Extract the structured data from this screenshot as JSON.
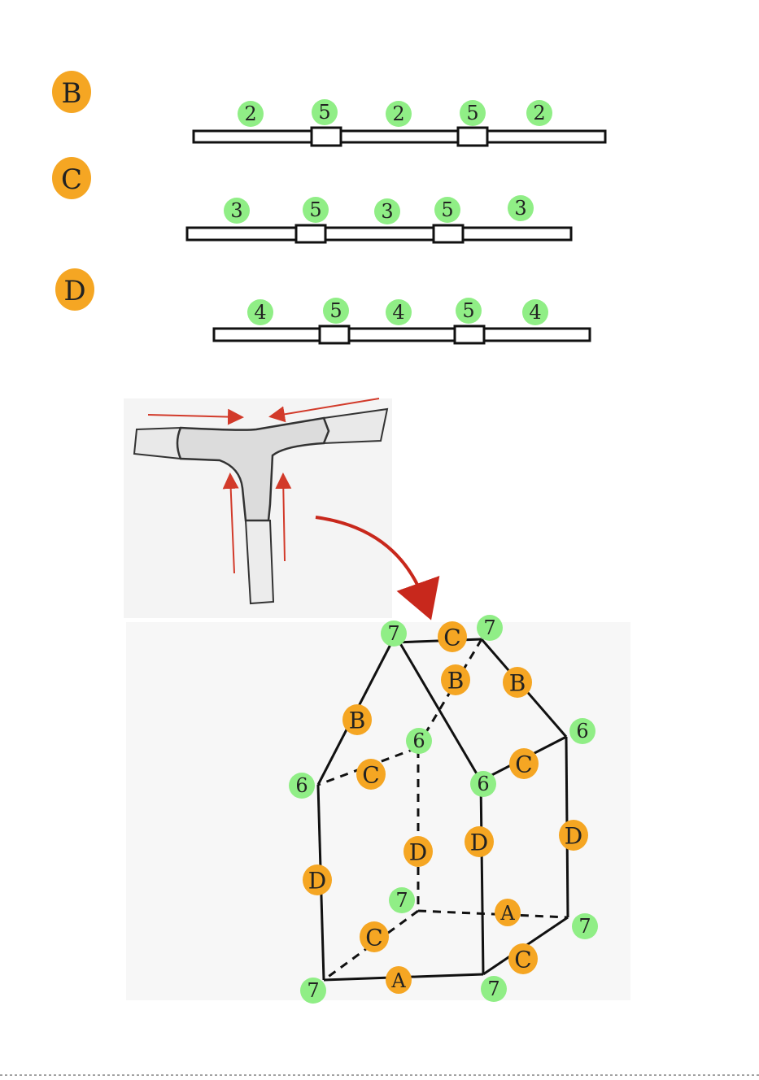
{
  "rods": [
    {
      "letter": "B",
      "segments": [
        "2",
        "5",
        "2",
        "5",
        "2"
      ]
    },
    {
      "letter": "C",
      "segments": [
        "3",
        "5",
        "3",
        "5",
        "3"
      ]
    },
    {
      "letter": "D",
      "segments": [
        "4",
        "5",
        "4",
        "5",
        "4"
      ]
    }
  ],
  "frame": {
    "orange_labels": [
      "C",
      "B",
      "B",
      "B",
      "C",
      "C",
      "D",
      "D",
      "D",
      "D",
      "A",
      "C",
      "A",
      "C"
    ],
    "green_labels": [
      "7",
      "7",
      "6",
      "6",
      "6",
      "6",
      "7",
      "7",
      "7",
      "7"
    ]
  },
  "colors": {
    "letter_badge": "#f5a623",
    "number_badge": "#90ee86",
    "arrow": "#d23a2a"
  }
}
